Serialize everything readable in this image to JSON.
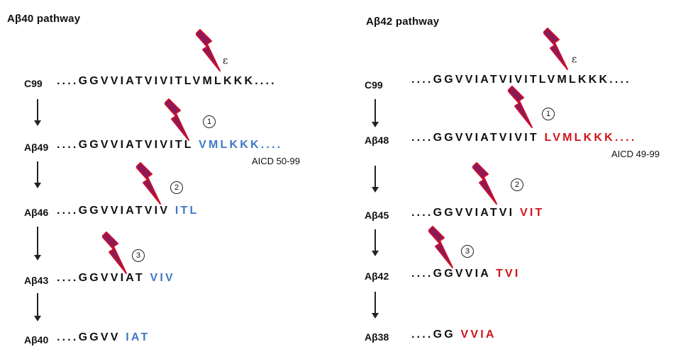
{
  "left": {
    "title": "Aβ40 pathway",
    "epsilon": "ε",
    "rows": [
      {
        "label": "C99",
        "black": "....GGVVIATVIVITLVMLKKK....",
        "colored": ""
      },
      {
        "label": "Aβ49",
        "black": "....GGVVIATVIVITL ",
        "colored": "VMLKKK...."
      },
      {
        "label": "Aβ46",
        "black": "....GGVVIATVIV ",
        "colored": "ITL"
      },
      {
        "label": "Aβ43",
        "black": "....GGVVIAT ",
        "colored": "VIV"
      },
      {
        "label": "Aβ40",
        "black": "....GGVV ",
        "colored": "IAT"
      }
    ],
    "aicd": "AICD 50-99",
    "steps": [
      "1",
      "2",
      "3"
    ]
  },
  "right": {
    "title": "Aβ42 pathway",
    "epsilon": "ε",
    "rows": [
      {
        "label": "C99",
        "black": "....GGVVIATVIVITLVMLKKK....",
        "colored": ""
      },
      {
        "label": "Aβ48",
        "black": "....GGVVIATVIVIT ",
        "colored": "LVMLKKK...."
      },
      {
        "label": "Aβ45",
        "black": "....GGVVIATVI ",
        "colored": "VIT"
      },
      {
        "label": "Aβ42",
        "black": "....GGVVIA ",
        "colored": "TVI"
      },
      {
        "label": "Aβ38",
        "black": "....GG ",
        "colored": "VVIA"
      }
    ],
    "aicd": "AICD 49-99",
    "steps": [
      "1",
      "2",
      "3"
    ]
  },
  "colors": {
    "left_cleaved": "#3f78c8",
    "right_cleaved": "#d0141c",
    "bolt_fill": "#8a1a5a",
    "bolt_edge": "#c8102e"
  }
}
